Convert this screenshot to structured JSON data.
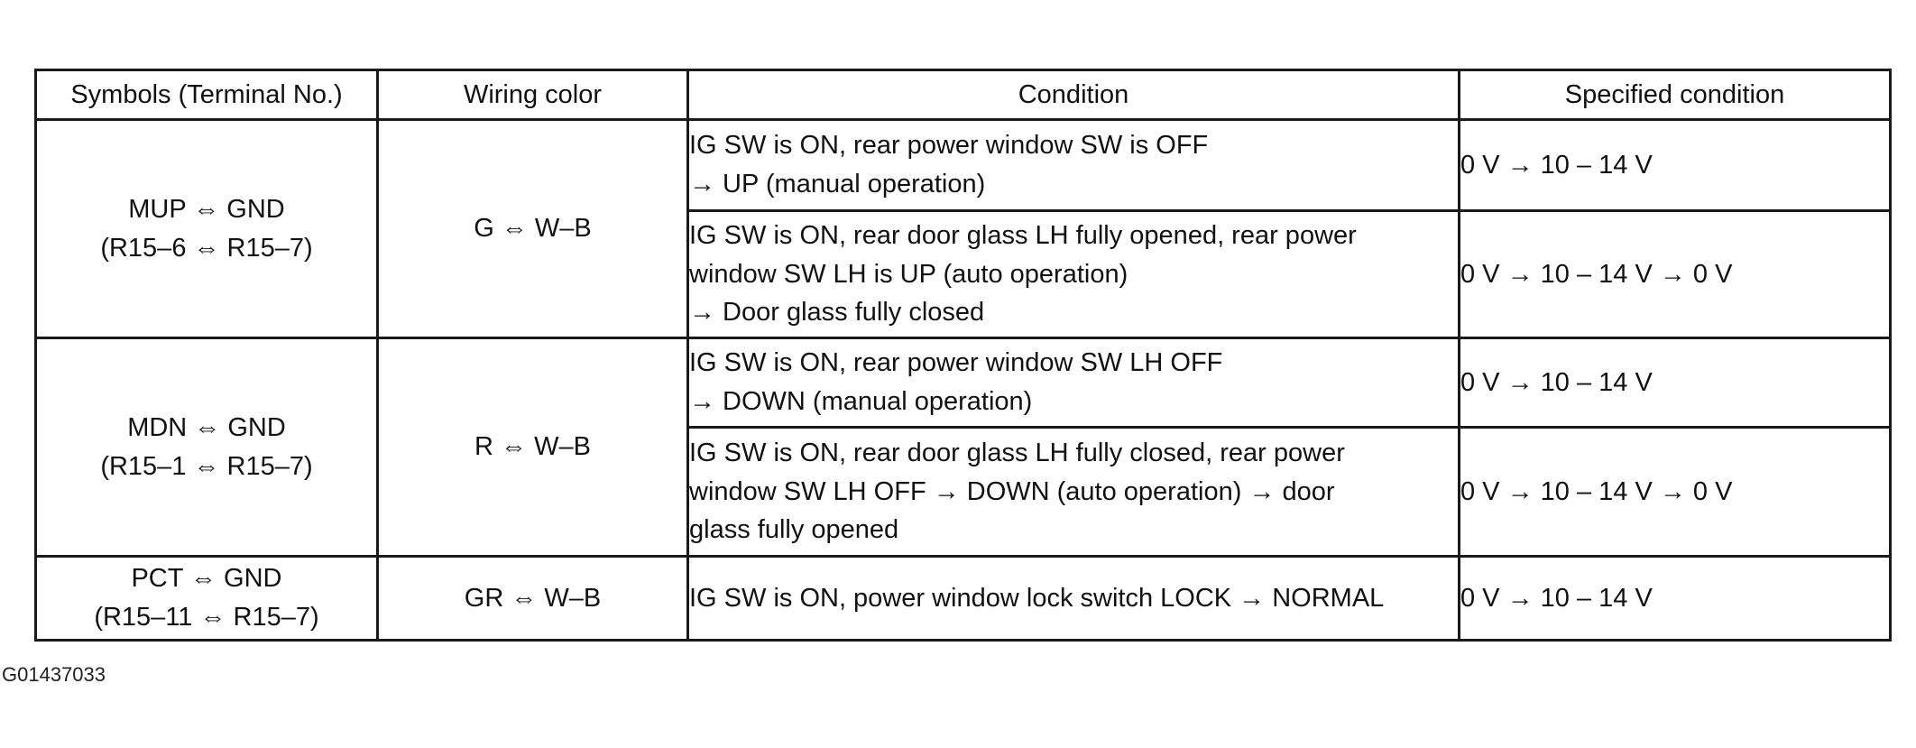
{
  "table": {
    "headers": [
      "Symbols (Terminal No.)",
      "Wiring color",
      "Condition",
      "Specified condition"
    ],
    "groups": [
      {
        "symbol": "MUP ⇔ GND",
        "terminal": "(R15–6 ⇔ R15–7)",
        "wiring": "G ⇔ W–B",
        "rows": [
          {
            "condition": [
              "IG SW is ON, rear power window SW is OFF",
              "→ UP (manual operation)"
            ],
            "specified": "0 V → 10 – 14 V"
          },
          {
            "condition": [
              "IG SW is ON, rear door glass LH fully opened, rear power",
              "window SW LH is UP (auto operation)",
              "→ Door glass fully closed"
            ],
            "specified": "0 V → 10 – 14 V → 0 V"
          }
        ]
      },
      {
        "symbol": "MDN ⇔ GND",
        "terminal": "(R15–1 ⇔ R15–7)",
        "wiring": "R ⇔ W–B",
        "rows": [
          {
            "condition": [
              "IG SW is ON, rear power window SW LH OFF",
              "→ DOWN (manual operation)"
            ],
            "specified": "0 V → 10 – 14 V"
          },
          {
            "condition": [
              "IG SW is ON, rear door glass LH fully closed, rear power",
              "window SW LH OFF → DOWN (auto operation) → door",
              "glass fully opened"
            ],
            "specified": "0 V → 10 – 14 V → 0 V"
          }
        ]
      },
      {
        "symbol": "PCT ⇔ GND",
        "terminal": "(R15–11 ⇔ R15–7)",
        "wiring": "GR ⇔ W–B",
        "rows": [
          {
            "condition": [
              "IG SW is ON, power window lock switch LOCK → NORMAL"
            ],
            "specified": "0 V → 10 – 14 V"
          }
        ]
      }
    ]
  },
  "figure_id": "G01437033"
}
